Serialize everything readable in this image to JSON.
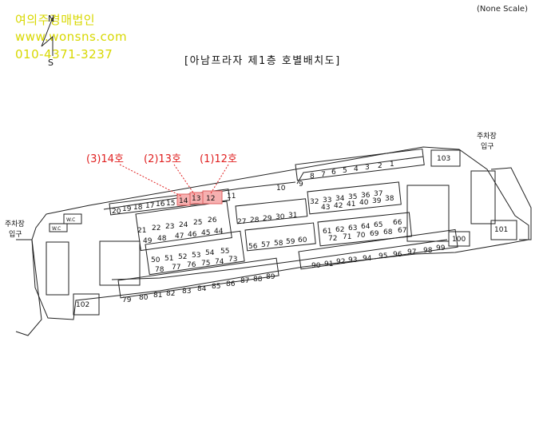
{
  "watermark": {
    "company": "여의주경매법인",
    "website": "www.wonsns.com",
    "phone": "010-4371-3237"
  },
  "scale_note": "(None Scale)",
  "title": "[아남프라자 제1층 호별배치도]",
  "compass": {
    "north": "N",
    "south": "S"
  },
  "callouts": [
    "(3)14호",
    "(2)13호",
    "(1)12호"
  ],
  "parking_entrances": {
    "right": [
      "주차장",
      "입구"
    ],
    "left": [
      "주차장",
      "입구"
    ]
  },
  "wc_label": "W.C",
  "highlighted_units": [
    "14",
    "13",
    "12"
  ],
  "units": [
    "1",
    "2",
    "3",
    "4",
    "5",
    "6",
    "7",
    "8",
    "9",
    "10",
    "11",
    "12",
    "13",
    "14",
    "15",
    "16",
    "17",
    "18",
    "19",
    "20",
    "21",
    "22",
    "23",
    "24",
    "25",
    "26",
    "27",
    "28",
    "29",
    "30",
    "31",
    "32",
    "33",
    "34",
    "35",
    "36",
    "37",
    "38",
    "39",
    "40",
    "41",
    "42",
    "43",
    "44",
    "45",
    "46",
    "47",
    "48",
    "49",
    "50",
    "51",
    "52",
    "53",
    "54",
    "55",
    "56",
    "57",
    "58",
    "59",
    "60",
    "61",
    "62",
    "63",
    "64",
    "65",
    "66",
    "67",
    "68",
    "69",
    "70",
    "71",
    "72",
    "73",
    "74",
    "75",
    "76",
    "77",
    "78",
    "79",
    "80",
    "81",
    "82",
    "83",
    "84",
    "85",
    "86",
    "87",
    "88",
    "89",
    "90",
    "91",
    "92",
    "93",
    "94",
    "95",
    "96",
    "97",
    "98",
    "99",
    "100",
    "101",
    "102",
    "103"
  ],
  "colors": {
    "highlight": "#f08080",
    "callout": "#e02020",
    "watermark": "#d8d800",
    "line": "#222222"
  }
}
